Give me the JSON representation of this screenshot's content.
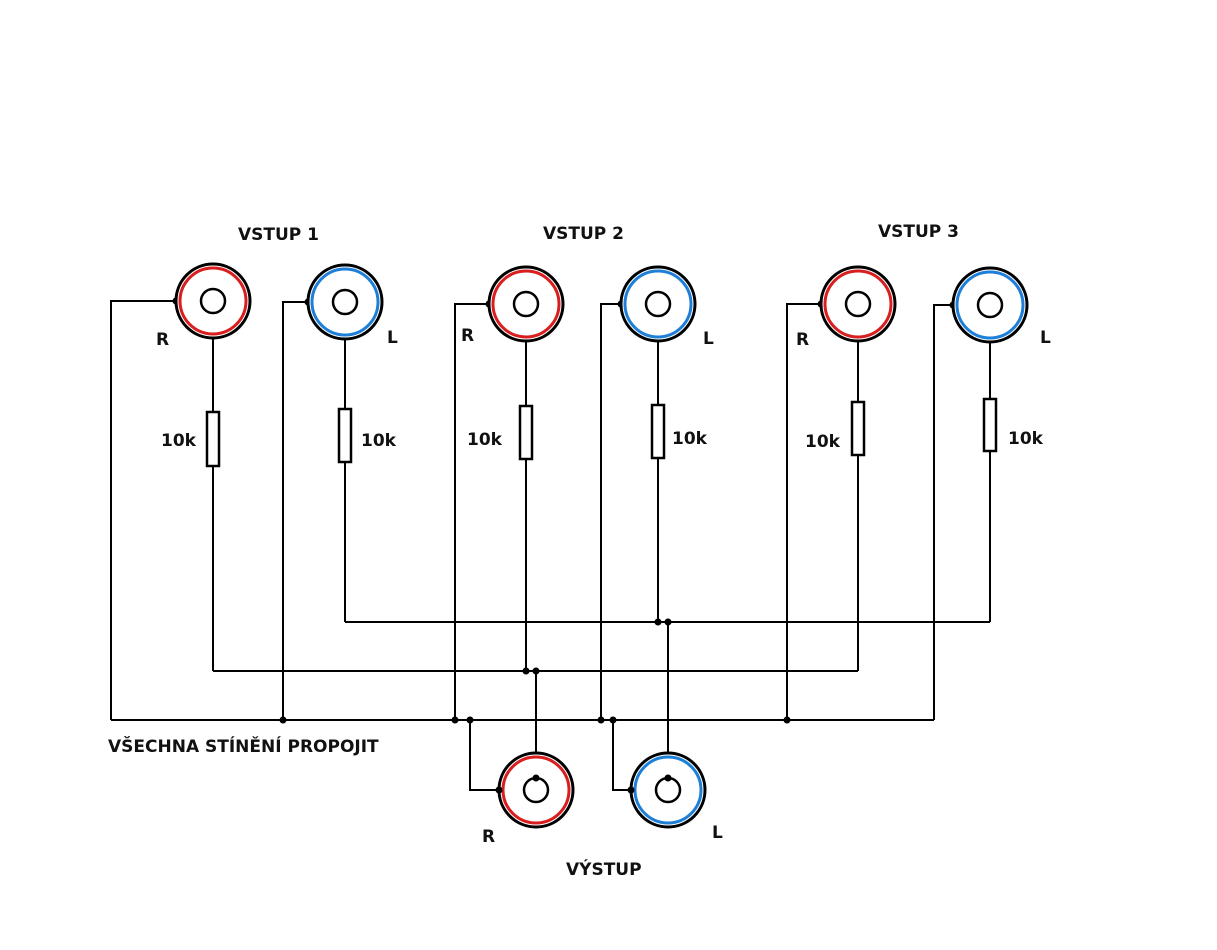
{
  "colors": {
    "right_channel": "#d81e1e",
    "left_channel": "#1e7fd8",
    "wire": "#000000"
  },
  "inputs": [
    {
      "title": "VSTUP 1",
      "right_label": "R",
      "left_label": "L",
      "right_resistor": "10k",
      "left_resistor": "10k"
    },
    {
      "title": "VSTUP 2",
      "right_label": "R",
      "left_label": "L",
      "right_resistor": "10k",
      "left_resistor": "10k"
    },
    {
      "title": "VSTUP 3",
      "right_label": "R",
      "left_label": "L",
      "right_resistor": "10k",
      "left_resistor": "10k"
    }
  ],
  "output": {
    "title": "VÝSTUP",
    "right_label": "R",
    "left_label": "L"
  },
  "note": "VŠECHNA STÍNĚNÍ PROPOJIT"
}
